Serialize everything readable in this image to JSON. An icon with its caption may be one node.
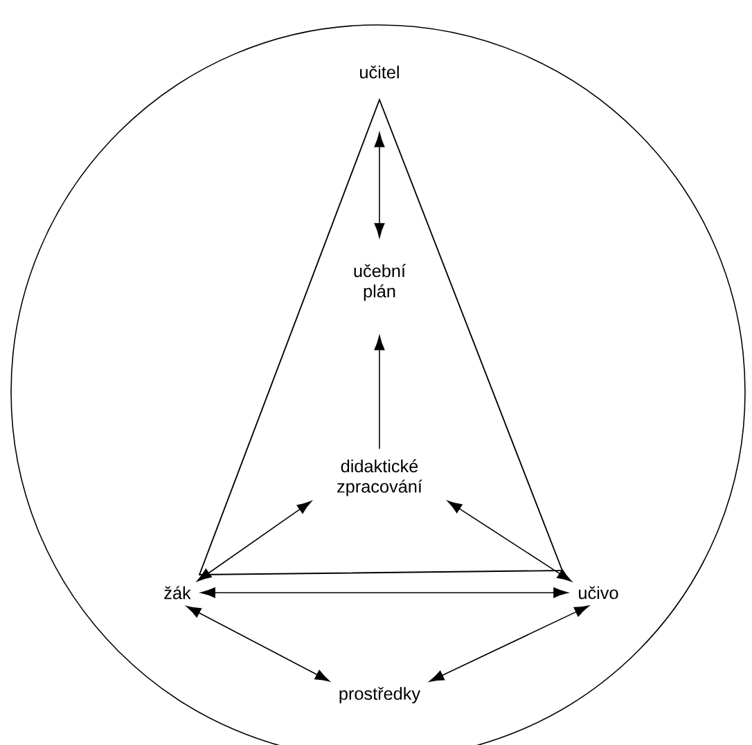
{
  "diagram": {
    "nodes": [
      {
        "text": [
          "učitel"
        ]
      },
      {
        "text": [
          "učební plán"
        ]
      },
      {
        "text": [
          "didaktické zpracování"
        ]
      },
      {
        "text": [
          "žák"
        ]
      },
      {
        "text": [
          "učivo"
        ]
      },
      {
        "text": [
          "prostředky"
        ]
      }
    ],
    "edges": [
      {
        "from": 0,
        "to": 1,
        "arrow": "both"
      },
      {
        "from": 2,
        "to": 1,
        "arrow": "to"
      },
      {
        "from": 2,
        "to": 3,
        "arrow": "both"
      },
      {
        "from": 2,
        "to": 4,
        "arrow": "both"
      },
      {
        "from": 3,
        "to": 4,
        "arrow": "both"
      },
      {
        "from": 3,
        "to": 5,
        "arrow": "both"
      },
      {
        "from": 4,
        "to": 5,
        "arrow": "both"
      }
    ]
  }
}
